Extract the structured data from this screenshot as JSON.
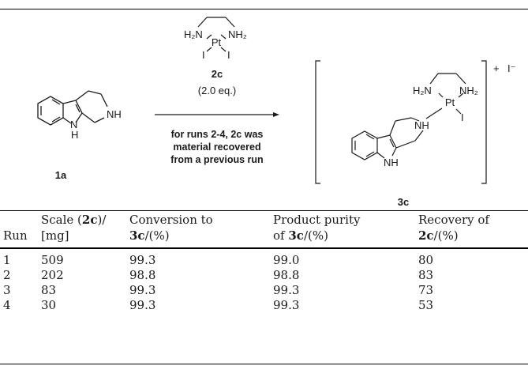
{
  "scheme": {
    "reactant_label": "1a",
    "reactant_nh": "NH",
    "reactant_h": "H",
    "reagent_label": "2c",
    "reagent_h2n": "H₂N",
    "reagent_nh2": "NH₂",
    "reagent_pt": "Pt",
    "reagent_i": "I",
    "reagent_eq": "(2.0 eq.)",
    "condition_lines": [
      "for runs 2-4, 2c was",
      "material recovered",
      "from a previous run"
    ],
    "product_label": "3c",
    "product_charge": "+",
    "product_counterion": "I⁻",
    "product_nh": "NH"
  },
  "table": {
    "headers": [
      [
        "Run"
      ],
      [
        "Scale (",
        "2c",
        ")/",
        "[mg]"
      ],
      [
        "Conversion to",
        "3c",
        "/(%)"
      ],
      [
        "Product purity",
        "of ",
        "3c",
        "/(%)"
      ],
      [
        "Recovery of",
        "2c",
        "/(%)"
      ]
    ],
    "rows": [
      [
        "1",
        "509",
        "99.3",
        "99.0",
        "80"
      ],
      [
        "2",
        "202",
        "98.8",
        "98.8",
        "83"
      ],
      [
        "3",
        "83",
        "99.3",
        "99.3",
        "73"
      ],
      [
        "4",
        "30",
        "99.3",
        "99.3",
        "53"
      ]
    ]
  }
}
